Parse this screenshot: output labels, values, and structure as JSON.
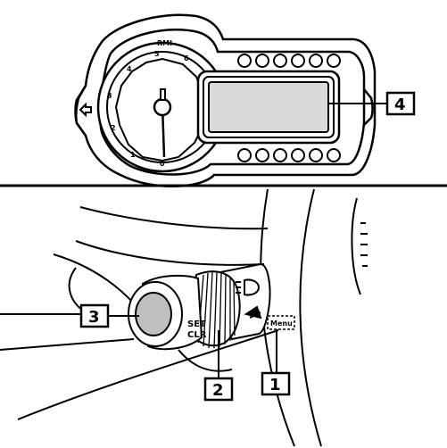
{
  "gauge": {
    "unit": "RMI",
    "ticks": [
      "0",
      "1",
      "2",
      "3",
      "4",
      "5",
      "6"
    ]
  },
  "stalk": {
    "button_text_1": "SET",
    "button_text_2": "CLR",
    "menu_text": "Menu"
  },
  "callouts": [
    "1",
    "2",
    "3",
    "4"
  ],
  "colors": {
    "stroke": "#000000",
    "panel_fill": "#ffffff",
    "screen_fill": "#d9d9d9",
    "knob_fill": "#bfbfbf"
  }
}
